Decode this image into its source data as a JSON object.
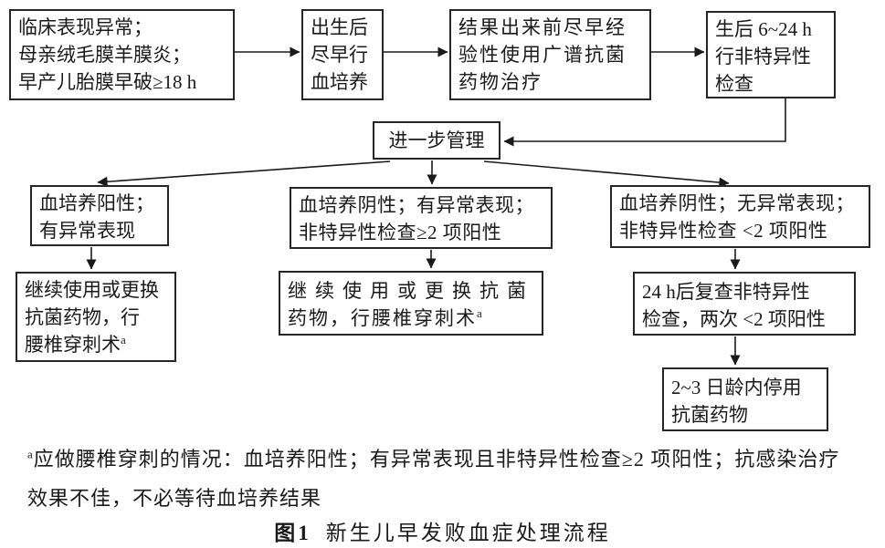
{
  "figure": {
    "caption_label": "图1",
    "caption_text": "新生儿早发败血症处理流程"
  },
  "footnote": {
    "marker": "a",
    "line1": "应做腰椎穿刺的情况：血培养阳性；有异常表现且非特异性检查≥2 项阳性；抗感染治疗",
    "line2": "效果不佳，不必等待血培养结果"
  },
  "nodes": {
    "clinical": {
      "lines": [
        "临床表现异常；",
        "母亲绒毛膜羊膜炎；",
        "早产儿胎膜早破≥18 h"
      ]
    },
    "blood_culture": {
      "lines": [
        "出生后",
        "尽早行",
        "血培养"
      ]
    },
    "empiric_abx": {
      "lines": [
        "结果出来前尽早经",
        "验性使用广谱抗菌",
        "药物治疗"
      ]
    },
    "nonspecific_tests": {
      "lines": [
        "生后 6~24 h",
        "行非特异性",
        "检查"
      ]
    },
    "further_management": {
      "label": "进一步管理"
    },
    "pos_culture": {
      "lines": [
        "血培养阳性；",
        "有异常表现"
      ]
    },
    "neg_culture_abnormal": {
      "lines": [
        "血培养阴性；有异常表现；",
        "非特异性检查≥2 项阳性"
      ]
    },
    "neg_culture_normal": {
      "lines": [
        "血培养阴性；无异常表现；",
        "非特异性检查 <2 项阳性"
      ]
    },
    "continue_abx_lp_left": {
      "lines": [
        "继续使用或更换",
        "抗菌药物，行",
        "腰椎穿刺术"
      ],
      "sup": "a"
    },
    "continue_abx_lp_mid": {
      "lines": [
        "继续使用或更换抗菌",
        "药物，行腰椎穿刺术"
      ],
      "sup": "a"
    },
    "recheck_24h": {
      "lines": [
        "24 h后复查非特异性",
        "检查，两次 <2 项阳性"
      ]
    },
    "stop_abx": {
      "lines": [
        "2~3 日龄内停用",
        "抗菌药物"
      ]
    }
  }
}
